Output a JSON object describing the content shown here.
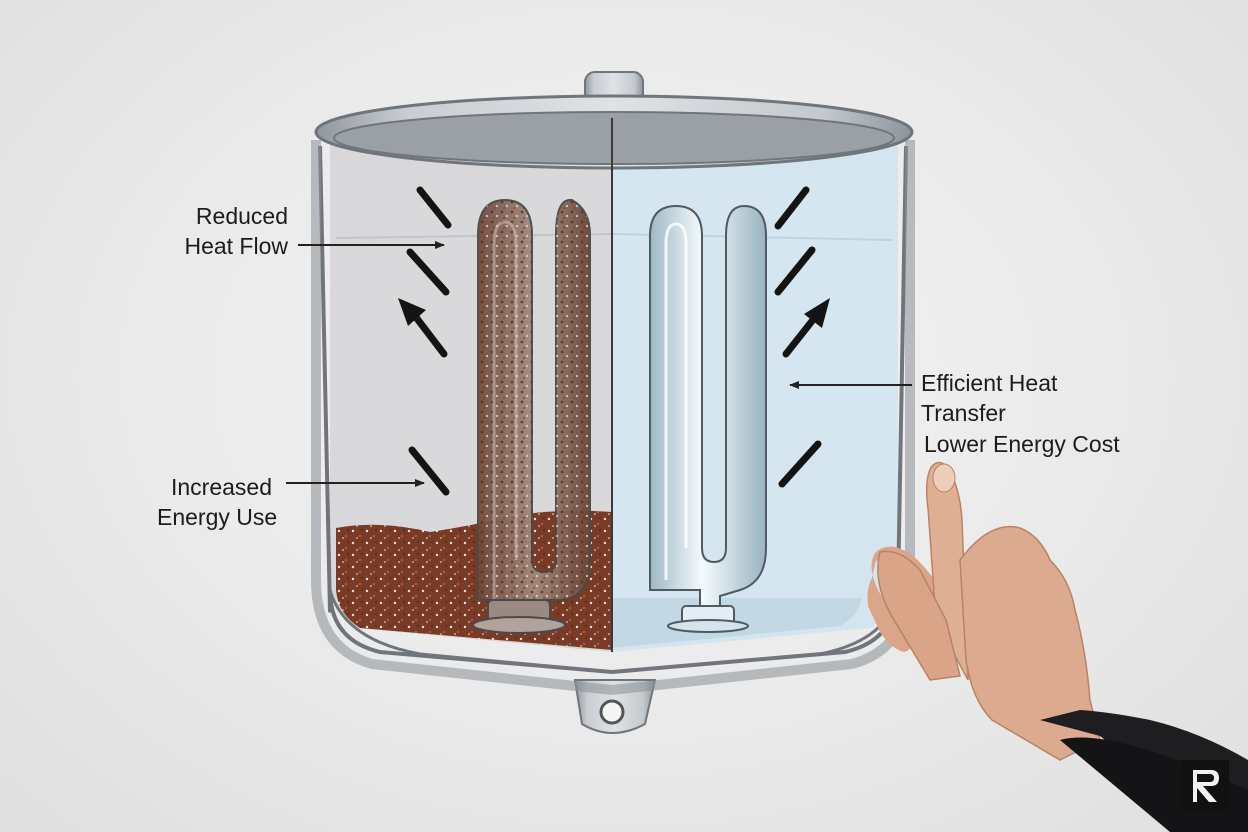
{
  "labels": {
    "reduced_heat_flow": [
      "Reduced",
      "Heat Flow"
    ],
    "increased_energy_use": [
      "Increased",
      "Energy Use"
    ],
    "efficient_heat_transfer": [
      "Efficient Heat",
      "Transfer"
    ],
    "lower_energy_cost": "Lower Energy Cost"
  },
  "colors": {
    "background": "#ececed",
    "tank_metal": "#b4b9bf",
    "scaled_side_water": "#d6d6d8",
    "clean_side_water": "#cfe3ee",
    "sediment": "#7a3b26",
    "scaled_element": "#8d7468",
    "clean_element": "#e6f2f8",
    "leader_lines": "#222222"
  },
  "icons": {
    "logo": "brand-logo-icon",
    "hand": "pointing-hand-icon"
  }
}
